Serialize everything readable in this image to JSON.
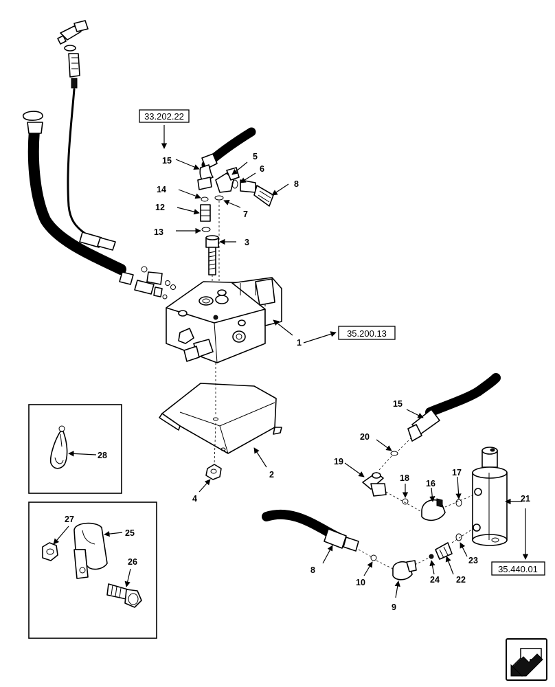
{
  "references": {
    "top_ref": "33.202.22",
    "valve_ref": "35.200.13",
    "cylinder_ref": "35.440.01"
  },
  "callouts": {
    "c1": "1",
    "c2": "2",
    "c3": "3",
    "c4": "4",
    "c5": "5",
    "c6": "6",
    "c7": "7",
    "c8_top": "8",
    "c8_bottom": "8",
    "c9": "9",
    "c10": "10",
    "c12": "12",
    "c13": "13",
    "c14": "14",
    "c15_top": "15",
    "c15_right": "15",
    "c16": "16",
    "c17": "17",
    "c18": "18",
    "c19": "19",
    "c20": "20",
    "c21": "21",
    "c22": "22",
    "c23": "23",
    "c24": "24",
    "c25": "25",
    "c26": "26",
    "c27": "27",
    "c28": "28"
  },
  "icons": {
    "nav": "previous-page-arrow-icon"
  }
}
